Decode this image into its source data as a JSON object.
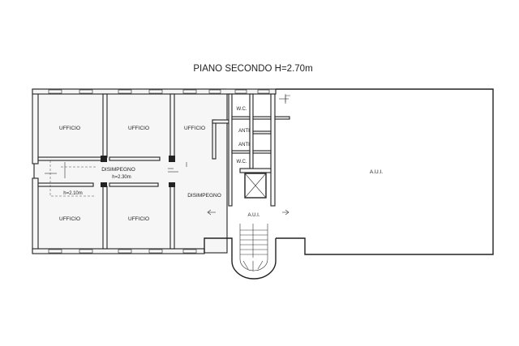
{
  "title": "PIANO SECONDO H=2.70m",
  "rooms": {
    "ufficio_top_left": "UFFICIO",
    "ufficio_top_mid": "UFFICIO",
    "ufficio_top_right": "UFFICIO",
    "ufficio_bottom_left": "UFFICIO",
    "ufficio_bottom_mid": "UFFICIO",
    "disimpegno_center": "DISIMPEGNO",
    "disimpegno_center_height": "h=2.30m",
    "disimpegno_right": "DISIMPEGNO",
    "wc_top": "W.C.",
    "anti_top": "ANTI",
    "anti_bottom": "ANTI",
    "wc_bottom": "W.C.",
    "aui_large": "A.U.I.",
    "aui_stair": "A.U.I."
  },
  "annotations": {
    "height_note": "h=2.10m"
  }
}
